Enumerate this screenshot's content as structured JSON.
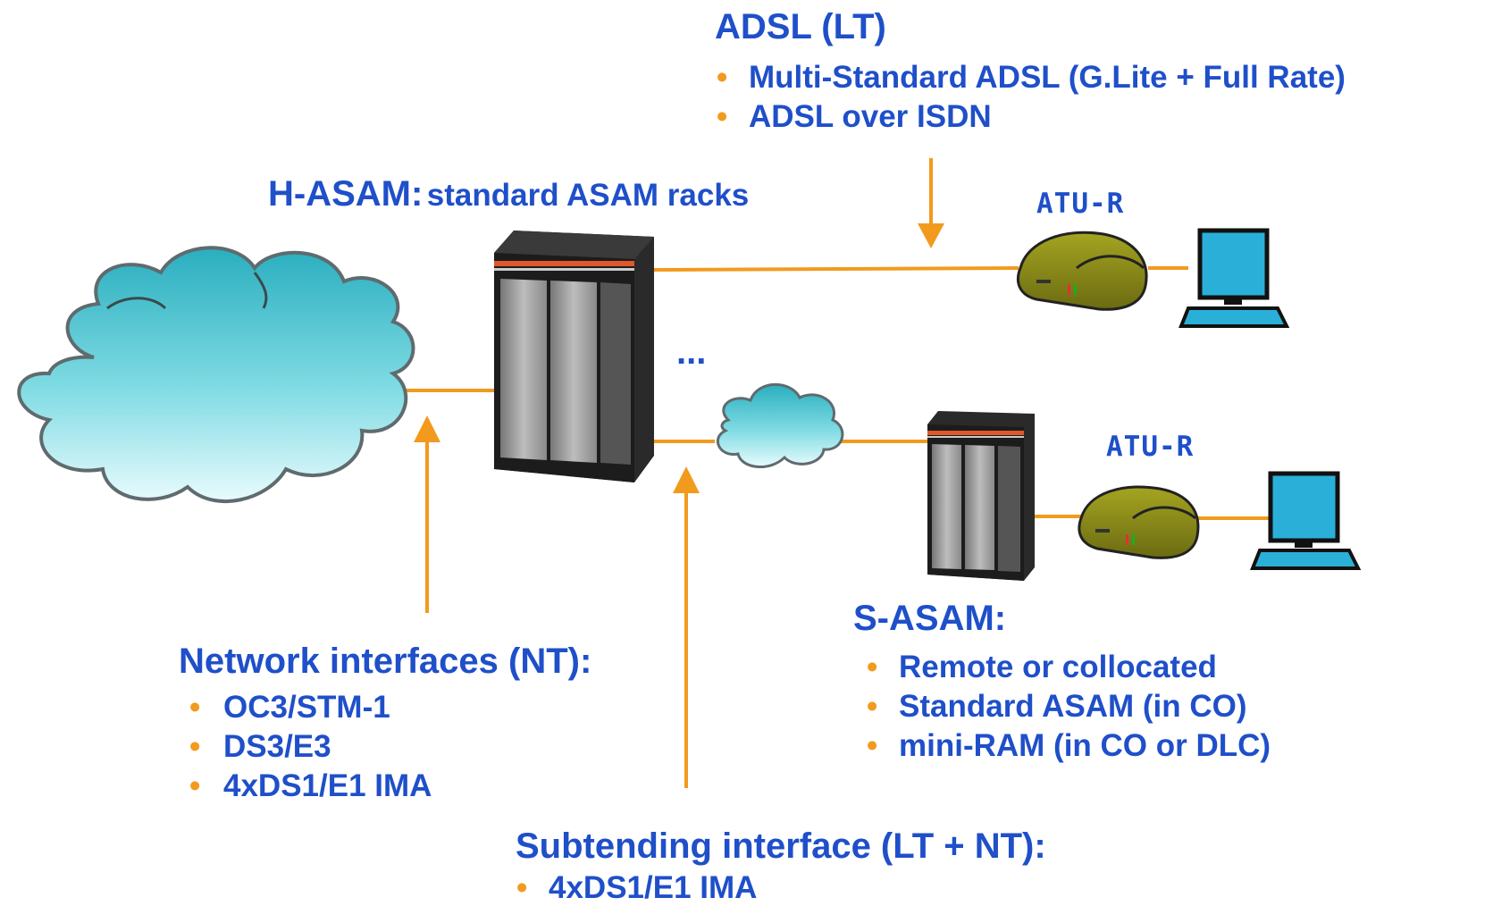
{
  "adsl_lt": {
    "title": "ADSL (LT)",
    "items": [
      "Multi-Standard ADSL (G.Lite + Full Rate)",
      "ADSL over ISDN"
    ]
  },
  "h_asam": {
    "title": "H-ASAM:",
    "subtitle": "standard ASAM racks"
  },
  "atu_r_top": "ATU-R",
  "atu_r_bottom": "ATU-R",
  "ellipsis": "...",
  "network_interfaces": {
    "title": "Network interfaces (NT):",
    "items": [
      "OC3/STM-1",
      "DS3/E3",
      "4xDS1/E1 IMA"
    ]
  },
  "subtending_interface": {
    "title": "Subtending interface (LT + NT):",
    "items": [
      "4xDS1/E1 IMA"
    ]
  },
  "s_asam": {
    "title": "S-ASAM:",
    "items": [
      "Remote or collocated",
      "Standard ASAM (in CO)",
      "mini-RAM (in CO or DLC)"
    ]
  },
  "bullet": "•",
  "colors": {
    "text": "#1f4fc9",
    "line": "#f29a1e",
    "cloud": "#3fbfcf",
    "modem": "#8a8a1a",
    "screen": "#2ab0d8"
  },
  "icons": [
    "network-cloud-icon",
    "rack-icon",
    "modem-icon",
    "computer-icon"
  ]
}
